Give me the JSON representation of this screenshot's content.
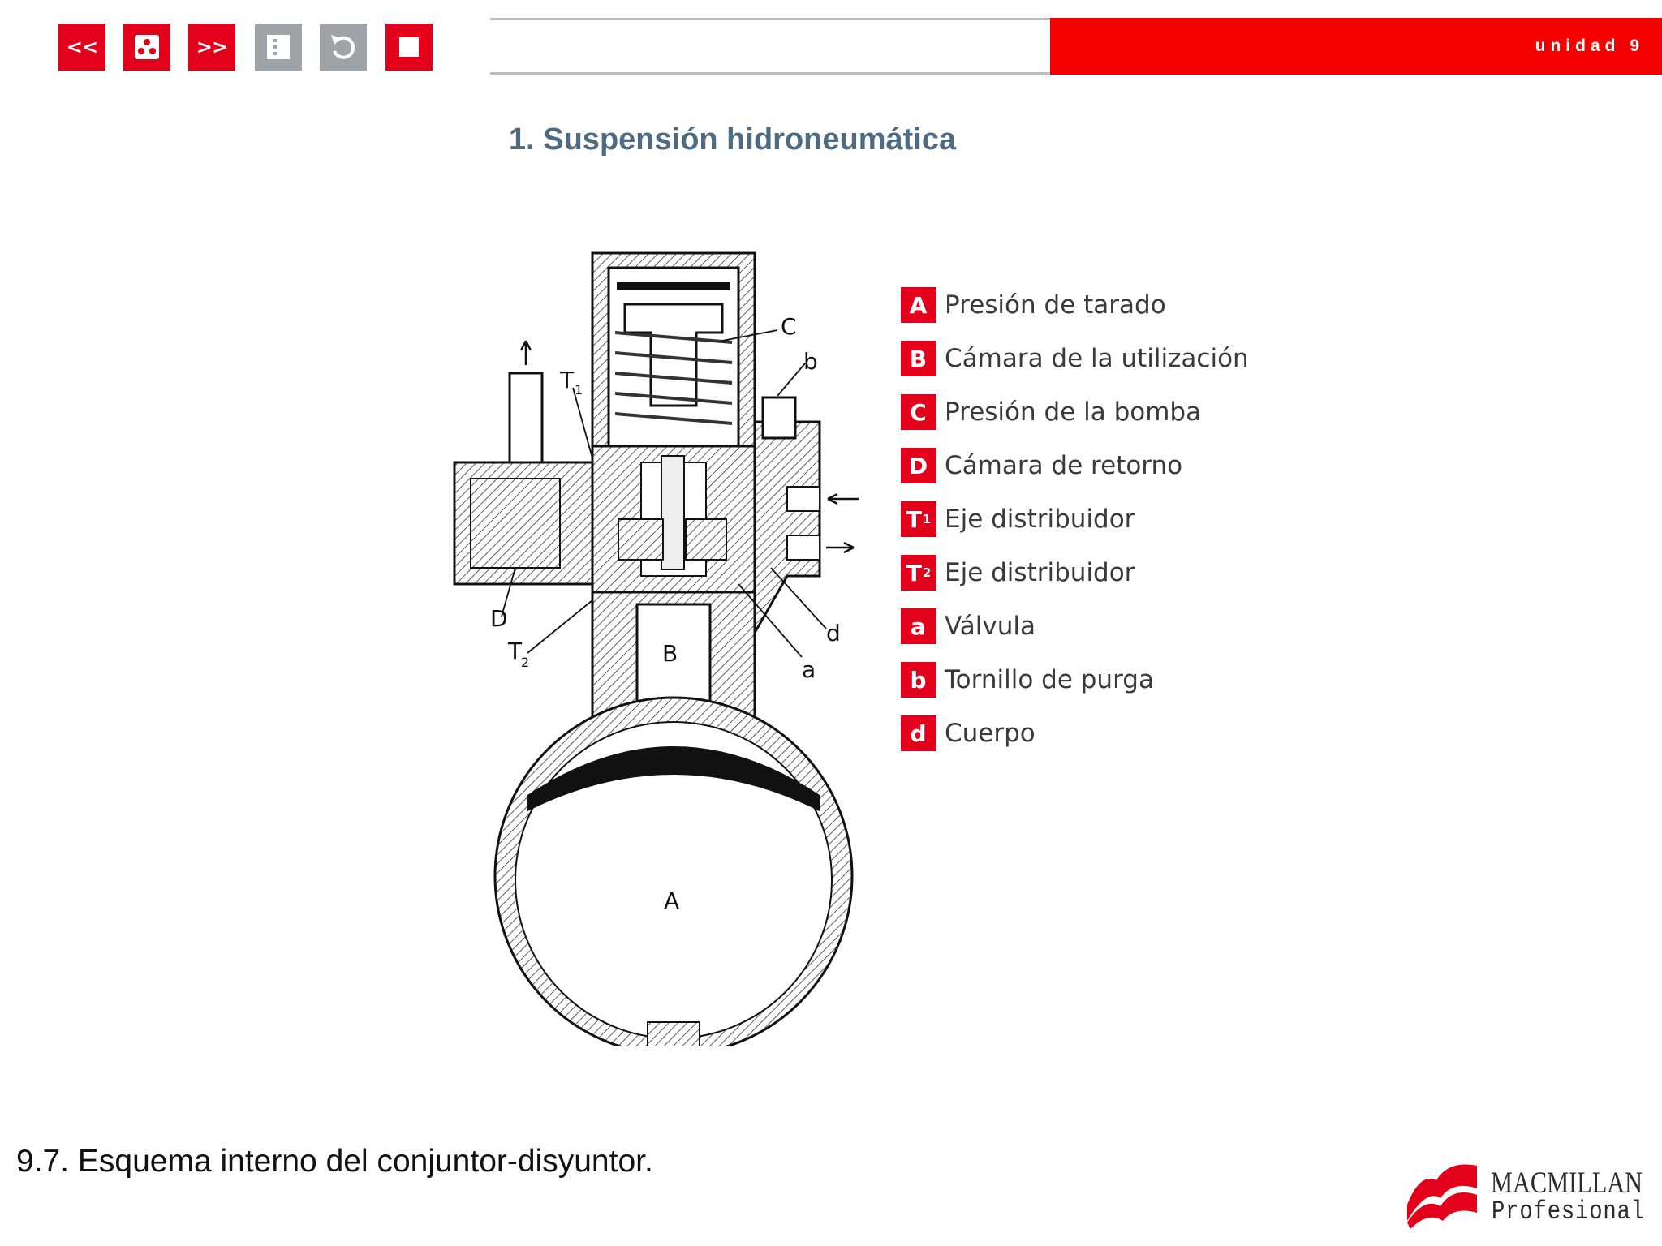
{
  "toolbar": {
    "buttons": [
      {
        "name": "previous-button",
        "label": "<<"
      },
      {
        "name": "index-button",
        "icon": "dice-icon"
      },
      {
        "name": "next-button",
        "label": ">>"
      },
      {
        "name": "contents-button",
        "icon": "list-icon"
      },
      {
        "name": "back-button",
        "icon": "undo-icon"
      },
      {
        "name": "exit-button",
        "icon": "stop-icon"
      }
    ]
  },
  "header": {
    "unit": "unidad 9"
  },
  "page_title": "1. Suspensión hidroneumática",
  "diagram": {
    "labels": {
      "C": "C",
      "b": "b",
      "T1": "T",
      "T1_sub": "1",
      "D": "D",
      "T2": "T",
      "T2_sub": "2",
      "B": "B",
      "d": "d",
      "a": "a",
      "A": "A"
    }
  },
  "legend": [
    {
      "key": "A",
      "sub": "",
      "text": "Presión de tarado"
    },
    {
      "key": "B",
      "sub": "",
      "text": "Cámara de la utilización"
    },
    {
      "key": "C",
      "sub": "",
      "text": "Presión de la bomba"
    },
    {
      "key": "D",
      "sub": "",
      "text": "Cámara de retorno"
    },
    {
      "key": "T",
      "sub": "1",
      "text": "Eje distribuidor"
    },
    {
      "key": "T",
      "sub": "2",
      "text": "Eje distribuidor"
    },
    {
      "key": "a",
      "sub": "",
      "text": "Válvula"
    },
    {
      "key": "b",
      "sub": "",
      "text": "Tornillo de purga"
    },
    {
      "key": "d",
      "sub": "",
      "text": "Cuerpo"
    }
  ],
  "caption": "9.7. Esquema interno del conjuntor-disyuntor.",
  "logo": {
    "line1": "MACMILLAN",
    "line2": "Profesional"
  },
  "colors": {
    "accent": "#e2001a",
    "header_red": "#f40000",
    "title": "#4f6b81",
    "toolbar_grey": "#9ea3a7"
  }
}
